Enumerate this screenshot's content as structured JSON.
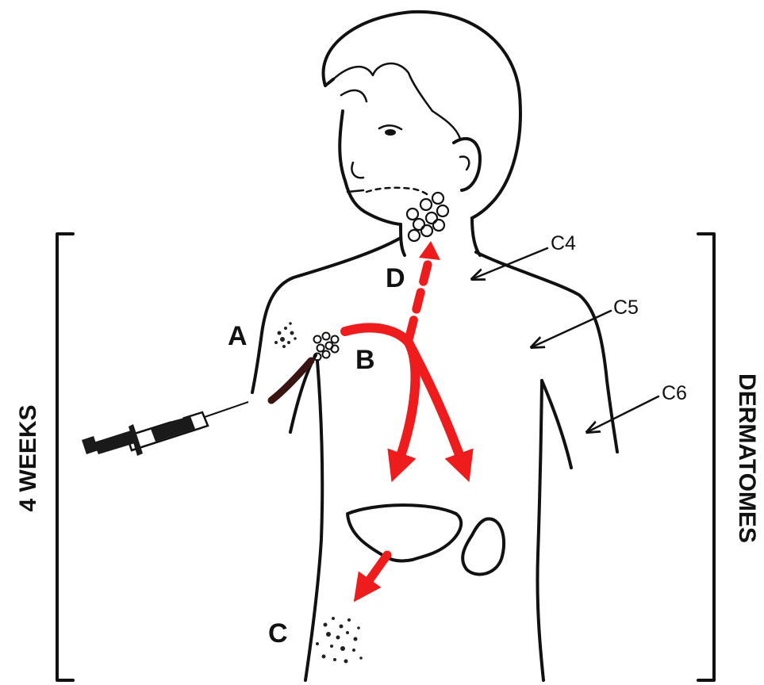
{
  "labels": {
    "a": "A",
    "b": "B",
    "c": "C",
    "d": "D"
  },
  "dermatome_labels": {
    "c4": "C4",
    "c5": "C5",
    "c6": "C6"
  },
  "side_labels": {
    "left": "4 WEEKS",
    "right": "DERMATOMES"
  },
  "colors": {
    "pathway": "#ee1c1c",
    "outline": "#111111",
    "syringe_dark": "#1a1a1a",
    "scar": "#3a1410"
  }
}
